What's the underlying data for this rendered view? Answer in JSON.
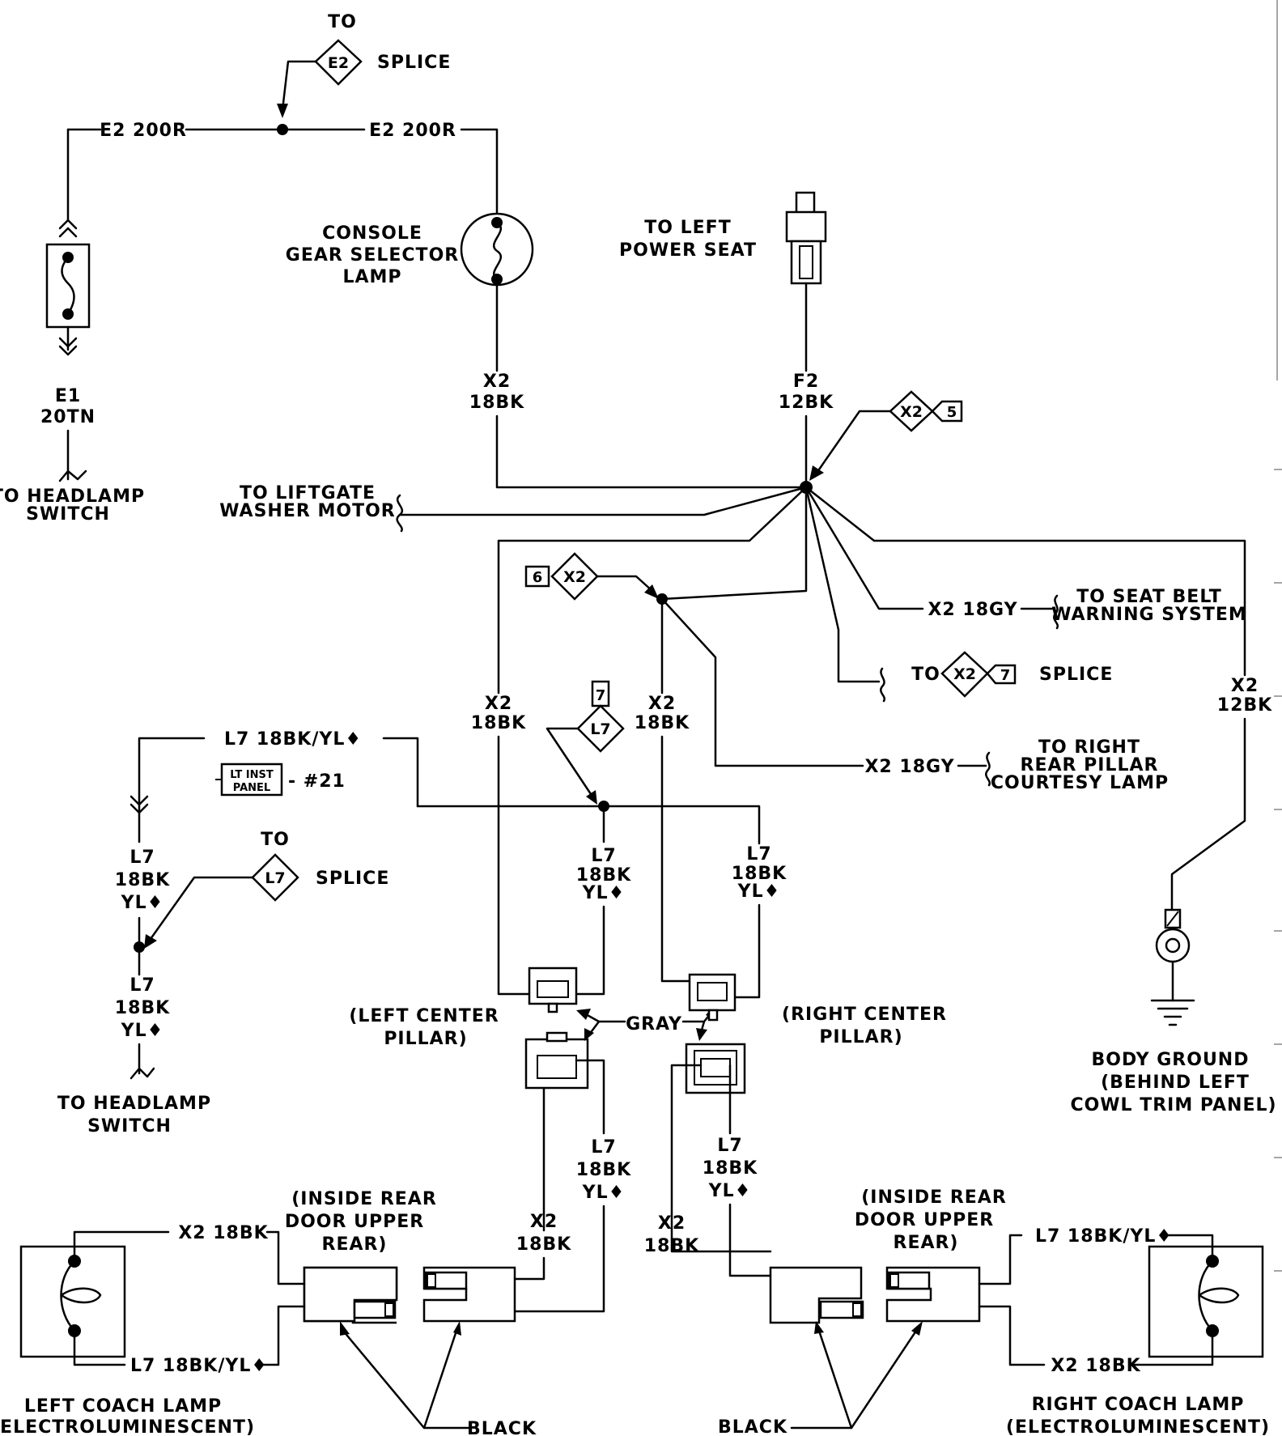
{
  "labels": {
    "top_to": "TO",
    "top_splice_tag": "E2",
    "top_splice": "SPLICE",
    "e2_left": "E2 200R",
    "e2_right": "E2 200R",
    "console_1": "CONSOLE",
    "console_2": "GEAR SELECTOR",
    "console_3": "LAMP",
    "power_seat_1": "TO LEFT",
    "power_seat_2": "POWER SEAT",
    "x2_1": "X2",
    "x2_1b": "18BK",
    "f2": "F2",
    "f2b": "12BK",
    "e1": "E1",
    "e1b": "20TN",
    "headlamp_top_1": "TO HEADLAMP",
    "headlamp_top_2": "SWITCH",
    "liftgate_1": "TO LIFTGATE",
    "liftgate_2": "WASHER MOTOR",
    "x2_tag_5": "X2",
    "tag_5": "5",
    "tag_6": "6",
    "x2_tag_6": "X2",
    "seatbelt_wire": "X2 18GY",
    "seatbelt_1": "TO SEAT BELT",
    "seatbelt_2": "WARNING SYSTEM",
    "to_splice7_to": "TO",
    "x2_tag_7": "X2",
    "tag_7": "7",
    "splice7": "SPLICE",
    "x2_12bk": "X2",
    "x2_12bk_b": "12BK",
    "x2_left_mid": "X2",
    "x2_left_mid_b": "18BK",
    "x2_right_mid": "X2",
    "x2_right_mid_b": "18BK",
    "tag_7_top": "7",
    "l7_tag": "L7",
    "l7_wire_top": "L7 18BK/YL♦",
    "lt_inst_1": "LT INST",
    "lt_inst_2": "PANEL",
    "lt_inst_ref": "- #21",
    "right_pillar_wire": "X2 18GY",
    "right_pillar_1": "TO RIGHT",
    "right_pillar_2": "REAR PILLAR",
    "right_pillar_3": "COURTESY LAMP",
    "l7_left_a": "L7",
    "l7_left_b": "18BK",
    "l7_left_c": "YL♦",
    "splice_l7_to": "TO",
    "splice_l7_tag": "L7",
    "splice_l7": "SPLICE",
    "l7_mid_a": "L7",
    "l7_mid_b": "18BK",
    "l7_mid_c": "YL♦",
    "l7_rmid_a": "L7",
    "l7_rmid_b": "18BK",
    "l7_rmid_c": "YL♦",
    "l7_low_a": "L7",
    "l7_low_b": "18BK",
    "l7_low_c": "YL♦",
    "headlamp_bot_1": "TO HEADLAMP",
    "headlamp_bot_2": "SWITCH",
    "left_center_1": "(LEFT CENTER",
    "left_center_2": "PILLAR)",
    "gray": "GRAY",
    "right_center_1": "(RIGHT CENTER",
    "right_center_2": "PILLAR)",
    "body_ground_1": "BODY GROUND",
    "body_ground_2": "(BEHIND LEFT",
    "body_ground_3": "COWL TRIM PANEL)",
    "l7_bl_a": "L7",
    "l7_bl_b": "18BK",
    "l7_bl_c": "YL♦",
    "l7_br_a": "L7",
    "l7_br_b": "18BK",
    "l7_br_c": "YL♦",
    "inside_l_1": "(INSIDE REAR",
    "inside_l_2": "DOOR UPPER",
    "inside_l_3": "REAR)",
    "inside_r_1": "(INSIDE REAR",
    "inside_r_2": "DOOR UPPER",
    "inside_r_3": "REAR)",
    "x2_bl": "X2",
    "x2_bl_b": "18BK",
    "x2_br": "X2",
    "x2_br_b": "18BK",
    "lcl_x2": "X2 18BK",
    "lcl_l7": "L7 18BK/YL♦",
    "rcl_l7": "L7 18BK/YL♦",
    "rcl_x2": "X2 18BK",
    "left_coach_1": "LEFT COACH LAMP",
    "left_coach_2": "(ELECTROLUMINESCENT)",
    "right_coach_1": "RIGHT COACH LAMP",
    "right_coach_2": "(ELECTROLUMINESCENT)",
    "black_left": "BLACK",
    "black_right": "BLACK"
  }
}
